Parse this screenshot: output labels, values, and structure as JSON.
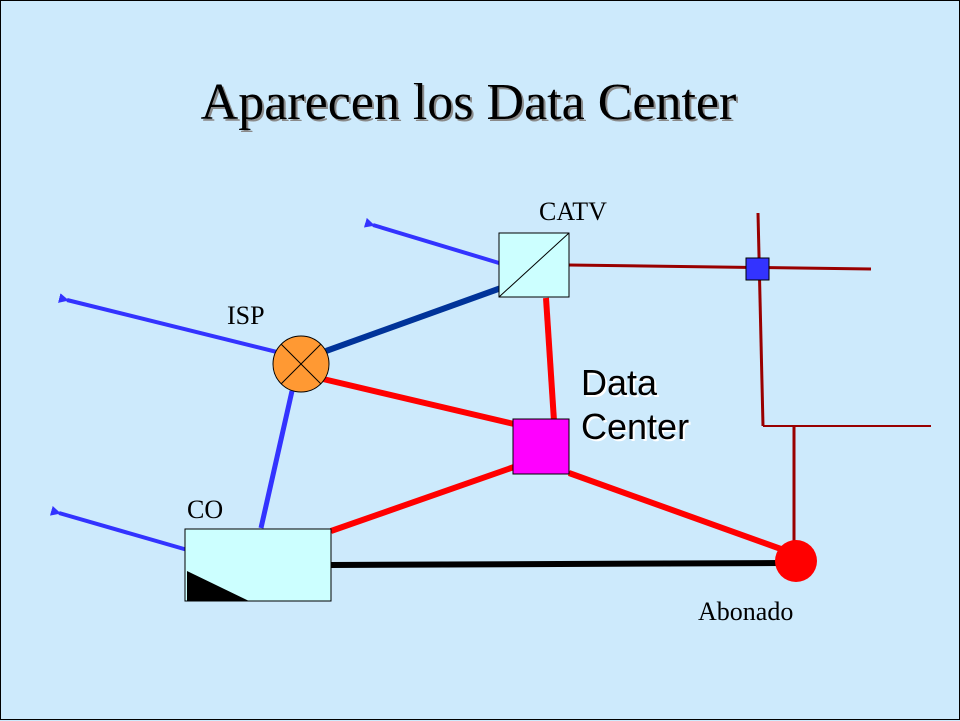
{
  "title": "Aparecen los Data Center",
  "nodes": {
    "catv": "CATV",
    "isp": "ISP",
    "co": "CO",
    "abonado": "Abonado"
  },
  "data_center": {
    "line1": "Data",
    "line2": "Center"
  },
  "colors": {
    "background": "#cdeafc",
    "blue_link": "#3333ff",
    "dark_blue_link": "#003399",
    "red_link": "#ff0000",
    "dark_red_link": "#990000",
    "black_link": "#000000",
    "isp_fill": "#ff9933",
    "data_center_fill": "#ff00ff",
    "abonado_fill": "#ff0000",
    "junction_fill": "#3333ff",
    "box_fill": "#ccffff"
  }
}
